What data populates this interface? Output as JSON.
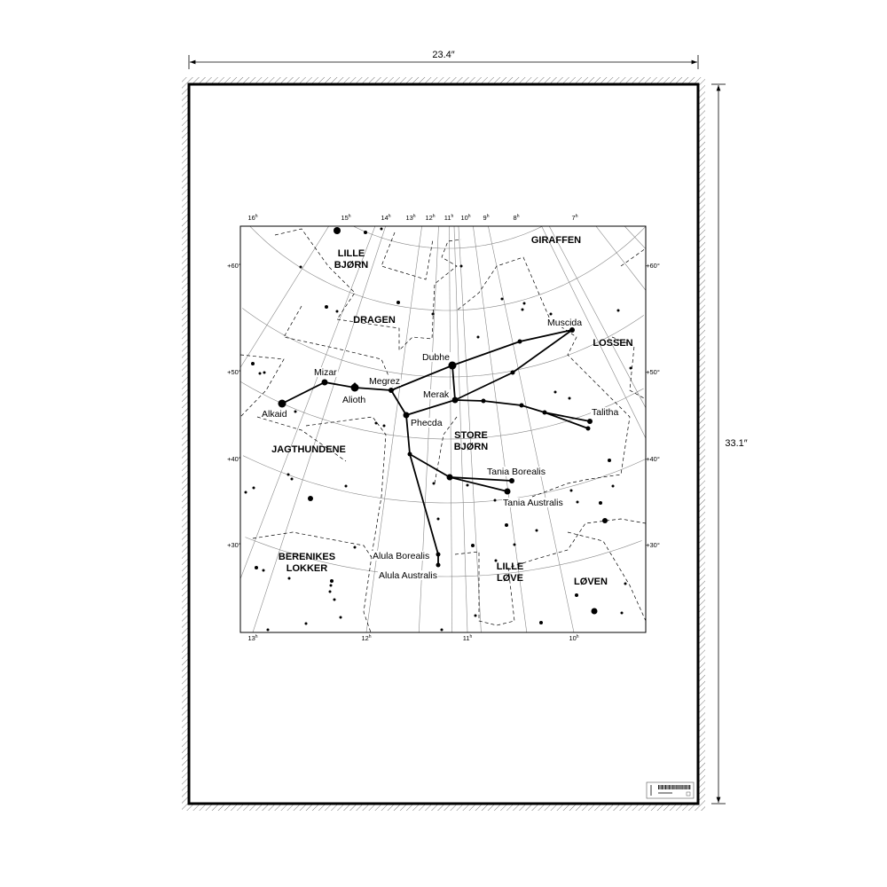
{
  "poster": {
    "width_label": "23.4″",
    "height_label": "33.1″",
    "colors": {
      "ink": "#000000",
      "grid": "#888888",
      "hatch": "#777777",
      "paper": "#ffffff"
    }
  },
  "chart": {
    "ra_top": [
      "16h",
      "15h",
      "14h",
      "13h",
      "12h",
      "11h",
      "10h",
      "9h",
      "8h",
      "7h"
    ],
    "ra_bottom": [
      "13h",
      "12h",
      "11h",
      "10h"
    ],
    "dec_left": [
      "+60°",
      "+50°",
      "+40°",
      "+30°"
    ],
    "dec_right": [
      "+60°",
      "+50°",
      "+40°",
      "+30°"
    ],
    "constellations": [
      {
        "lines": [
          "GIRAFFEN"
        ]
      },
      {
        "lines": [
          "LILLE",
          "BJØRN"
        ]
      },
      {
        "lines": [
          "DRAGEN"
        ]
      },
      {
        "lines": [
          "LOSSEN"
        ]
      },
      {
        "lines": [
          "JAGTHUNDENE"
        ]
      },
      {
        "lines": [
          "STORE",
          "BJØRN"
        ]
      },
      {
        "lines": [
          "BERENIKES",
          "LOKKER"
        ]
      },
      {
        "lines": [
          "LILLE",
          "LØVE"
        ]
      },
      {
        "lines": [
          "LØVEN"
        ]
      }
    ],
    "stars": [
      "Alkaid",
      "Mizar",
      "Alioth",
      "Megrez",
      "Phecda",
      "Dubhe",
      "Merak",
      "Muscida",
      "Talitha",
      "Tania Borealis",
      "Tania Australis",
      "Alula Borealis",
      "Alula Australis"
    ]
  },
  "icons": {
    "barcode": "barcode-label-icon"
  }
}
